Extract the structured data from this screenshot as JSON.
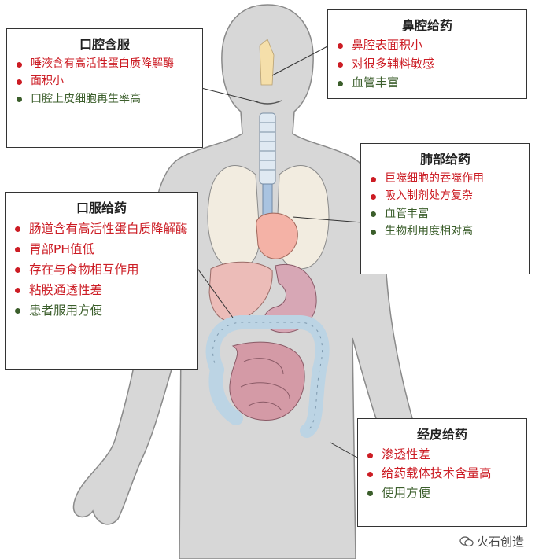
{
  "boxes": {
    "oral_cavity": {
      "title": "口腔含服",
      "items": [
        {
          "text": "唾液含有高活性蛋白质降解酶",
          "color": "red"
        },
        {
          "text": "面积小",
          "color": "red"
        },
        {
          "text": "口腔上皮细胞再生率高",
          "color": "green"
        }
      ]
    },
    "nasal": {
      "title": "鼻腔给药",
      "items": [
        {
          "text": "鼻腔表面积小",
          "color": "red"
        },
        {
          "text": "对很多辅料敏感",
          "color": "red"
        },
        {
          "text": "血管丰富",
          "color": "green"
        }
      ]
    },
    "lung": {
      "title": "肺部给药",
      "items": [
        {
          "text": "巨噬细胞的吞噬作用",
          "color": "red"
        },
        {
          "text": "吸入制剂处方复杂",
          "color": "red"
        },
        {
          "text": "血管丰富",
          "color": "green"
        },
        {
          "text": "生物利用度相对高",
          "color": "green"
        }
      ]
    },
    "oral": {
      "title": "口服给药",
      "items": [
        {
          "text": "肠道含有高活性蛋白质降解酶",
          "color": "red"
        },
        {
          "text": "胃部PH值低",
          "color": "red"
        },
        {
          "text": "存在与食物相互作用",
          "color": "red"
        },
        {
          "text": "粘膜通透性差",
          "color": "red"
        },
        {
          "text": "患者服用方便",
          "color": "green"
        }
      ]
    },
    "transdermal": {
      "title": "经皮给药",
      "items": [
        {
          "text": "渗透性差",
          "color": "red"
        },
        {
          "text": "给药载体技术含量高",
          "color": "red"
        },
        {
          "text": "使用方便",
          "color": "green"
        }
      ]
    }
  },
  "watermark": {
    "text": "火石创造",
    "icon": "wechat-icon"
  },
  "colors": {
    "negative": "#cc1c24",
    "positive": "#3b5e2b",
    "body": "#d7d7d7",
    "outline": "#8a8a8a"
  }
}
